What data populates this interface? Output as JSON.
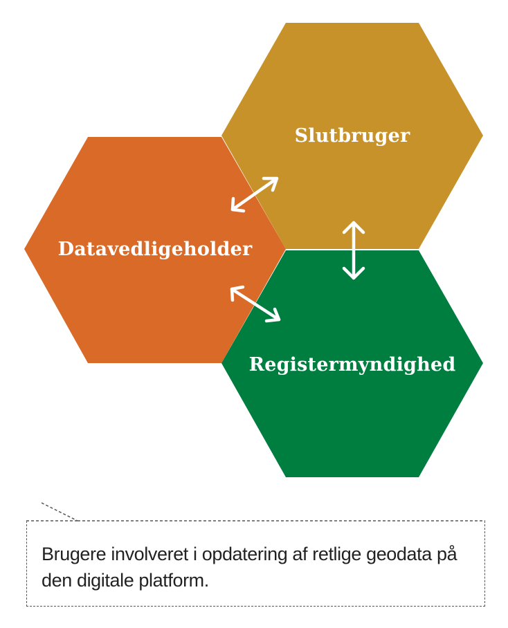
{
  "diagram": {
    "nodes": [
      {
        "id": "slutbruger",
        "label": "Slutbruger",
        "color": "#c8922a"
      },
      {
        "id": "datavedligeholder",
        "label": "Datavedligeholder",
        "color": "#d96a28"
      },
      {
        "id": "registermyndighed",
        "label": "Registermyndighed",
        "color": "#007e40"
      }
    ],
    "edges": [
      {
        "from": "datavedligeholder",
        "to": "slutbruger",
        "type": "bidirectional-arrow"
      },
      {
        "from": "slutbruger",
        "to": "registermyndighed",
        "type": "bidirectional-arrow"
      },
      {
        "from": "datavedligeholder",
        "to": "registermyndighed",
        "type": "bidirectional-arrow"
      }
    ]
  },
  "caption": {
    "text": "Brugere involveret i opdatering af retlige geodata på den digitale platform."
  }
}
